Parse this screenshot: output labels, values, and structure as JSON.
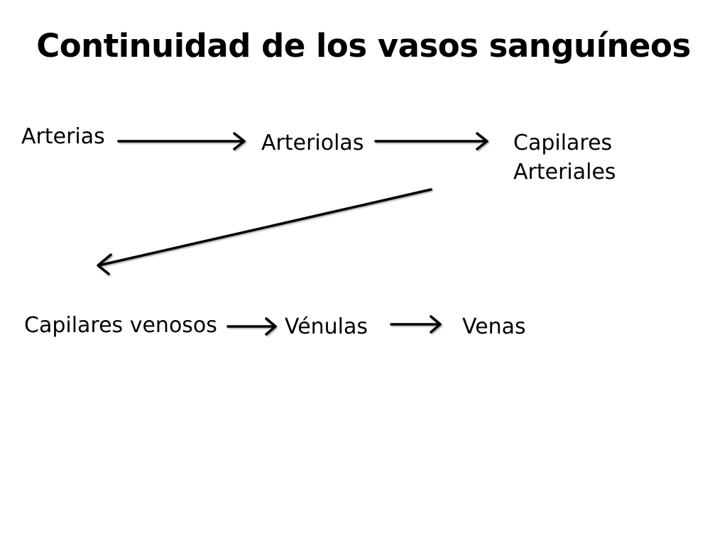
{
  "title": "Continuidad de los vasos sanguíneos",
  "nodes": {
    "arterias": "Arterias",
    "arteriolas": "Arteriolas",
    "capilares_arteriales_line1": "Capilares",
    "capilares_arteriales_line2": "Arteriales",
    "capilares_venosos": "Capilares venosos",
    "venulas": "Vénulas",
    "venas": "Venas"
  },
  "colors": {
    "text": "#000000",
    "arrow": "#000000",
    "background": "#ffffff"
  }
}
